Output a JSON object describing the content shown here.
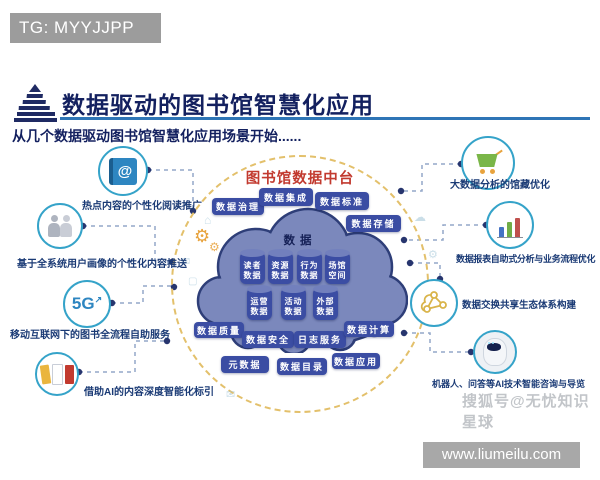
{
  "banners": {
    "top": "TG: MYYJJPP",
    "bottom": "www.liumeilu.com"
  },
  "header": {
    "title": "数据驱动的图书馆智慧化应用",
    "subtitle": "从几个数据驱动图书馆智慧化应用场景开始......"
  },
  "hub": {
    "title": "图书馆数据中台",
    "cloud_label": "数据",
    "top_boxes": [
      "数据治理",
      "数据集成",
      "数据标准",
      "数据存储"
    ],
    "cylinders_row1": [
      "读者数据",
      "资源数据",
      "行为数据",
      "场馆空间"
    ],
    "cylinders_row2": [
      "运营数据",
      "活动数据",
      "外部数据"
    ],
    "bottom_boxes_row1": [
      "数据质量",
      "数据安全",
      "日志服务",
      "数据计算"
    ],
    "bottom_boxes_row2": [
      "元数据",
      "数据目录",
      "数据应用"
    ]
  },
  "scenarios": {
    "left": [
      {
        "icon": "address-book-at",
        "icon_text": "@",
        "label": "热点内容的个性化阅读推广"
      },
      {
        "icon": "user-profiles",
        "label": "基于全系统用户画像的个性化内容推送"
      },
      {
        "icon": "5g-network",
        "icon_text": "5G",
        "label": "移动互联网下的图书全流程自助服务"
      },
      {
        "icon": "book-binders",
        "label": "借助AI的内容深度智能化标引"
      }
    ],
    "right": [
      {
        "icon": "shopping-cart",
        "label": "大数据分析的馆藏优化"
      },
      {
        "icon": "bar-chart",
        "label": "数据报表自助式分析与业务流程优化"
      },
      {
        "icon": "share-network",
        "label": "数据交换共享生态体系构建"
      },
      {
        "icon": "robot",
        "label": "机器人、问答等AI技术智能咨询与导览"
      }
    ]
  },
  "watermark": "搜狐号@无忧知识星球",
  "colors": {
    "hub_box": "#3b4da3",
    "cloud": "#7b88bc",
    "cloud_stroke": "#2e3e78",
    "circle_ring": "#35a3c9",
    "hub_title_red": "#c23a2f",
    "title_navy": "#13205f",
    "underline_blue": "#2e75b6",
    "dashed_ring_yellow": "#e3c06b",
    "connector": "#94a7c9"
  }
}
